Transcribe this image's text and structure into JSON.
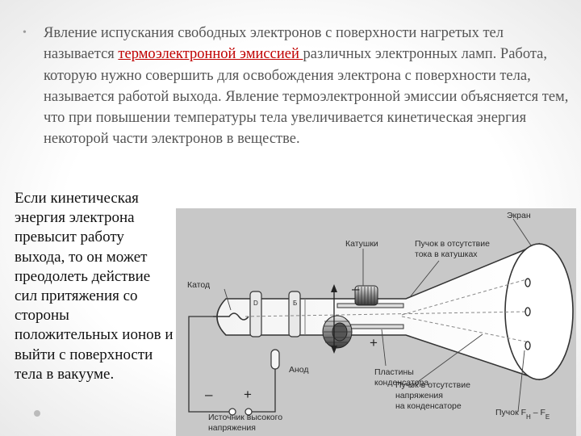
{
  "paragraph": {
    "before": "Явление испускания свободных электронов с поверхности нагретых тел называется ",
    "highlight": "термоэлектронной эмиссией ",
    "after": "различных электронных ламп. Работа, которую нужно совершить для освобождения электрона с поверхности тела, называется работой выхода. Явление термоэлектронной эмиссии объясняется тем, что при повышении температуры тела увеличивается кинетическая энергия некоторой части электронов в веществе."
  },
  "side_text": "Если кинетическая энергия электрона превысит работу выхода, то он может преодолеть действие сил притяжения со стороны положительных ионов и выйти с поверхности тела в вакууме.",
  "diagram": {
    "screen": "Экран",
    "coils": "Катушки",
    "beam_no_coil_current_1": "Пучок в отсутствие",
    "beam_no_coil_current_2": "тока в катушках",
    "cathode": "Катод",
    "anode": "Анод",
    "plates_1": "Пластины",
    "plates_2": "конденсатора",
    "beam_no_voltage_1": "Пучок в отсутствие",
    "beam_no_voltage_2": "напряжения",
    "beam_no_voltage_3": "на конденсаторе",
    "beam_force": "Пучок F",
    "force_sub_h": "H",
    "force_sep": " – F",
    "force_sub_e": "E",
    "source_1": "Источник высокого",
    "source_2": "напряжения",
    "minus": "–",
    "plus": "+",
    "grid_d": "D",
    "grid_b": "Б"
  }
}
